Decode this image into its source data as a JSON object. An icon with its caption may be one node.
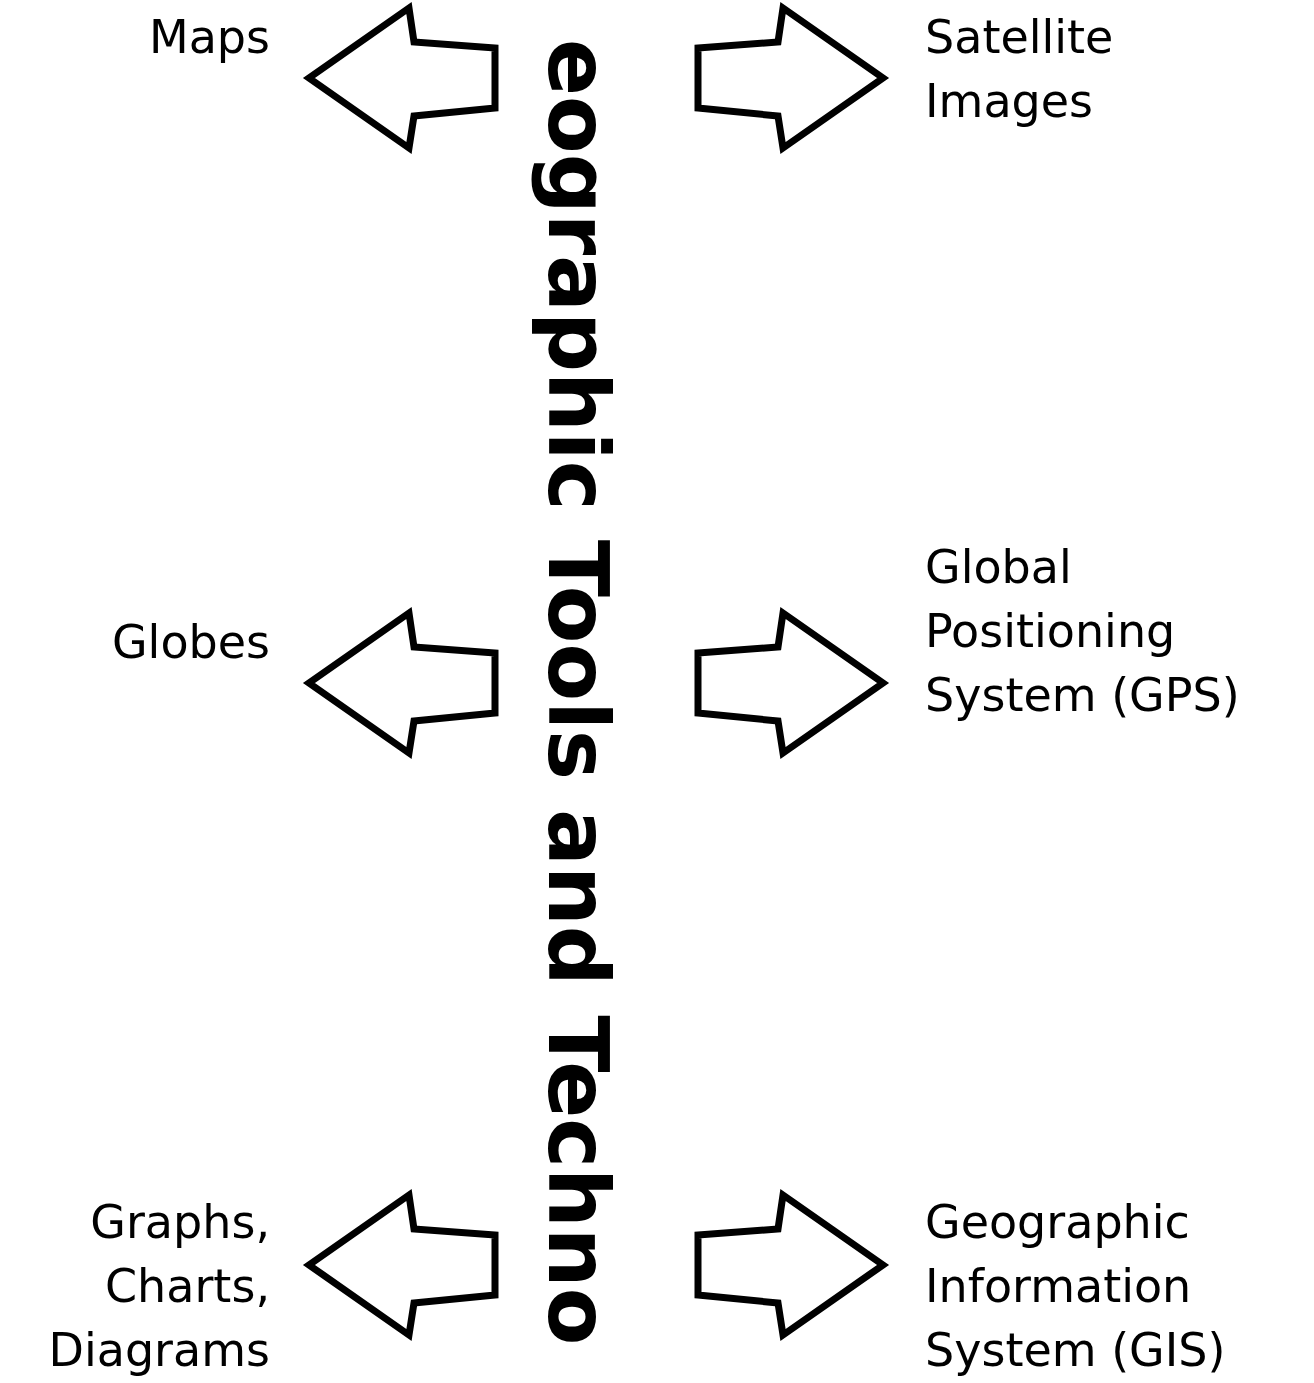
{
  "diagram": {
    "nodes": [
      {
        "text": [
          "eographic Tools and Techno"
        ]
      },
      {
        "text": [
          "Maps"
        ]
      },
      {
        "text": [
          "Satellite Images"
        ]
      },
      {
        "text": [
          "Globes"
        ]
      },
      {
        "text": [
          "Global Positioning System (GPS)"
        ]
      },
      {
        "text": [
          "Graphs, Charts, Diagrams"
        ]
      },
      {
        "text": [
          "Geographic Information System (GIS)"
        ]
      }
    ],
    "edges": [
      {
        "from": 0,
        "to": 1,
        "arrow": "to"
      },
      {
        "from": 0,
        "to": 2,
        "arrow": "to"
      },
      {
        "from": 0,
        "to": 3,
        "arrow": "to"
      },
      {
        "from": 0,
        "to": 4,
        "arrow": "to"
      },
      {
        "from": 0,
        "to": 5,
        "arrow": "to"
      },
      {
        "from": 0,
        "to": 6,
        "arrow": "to"
      }
    ]
  }
}
